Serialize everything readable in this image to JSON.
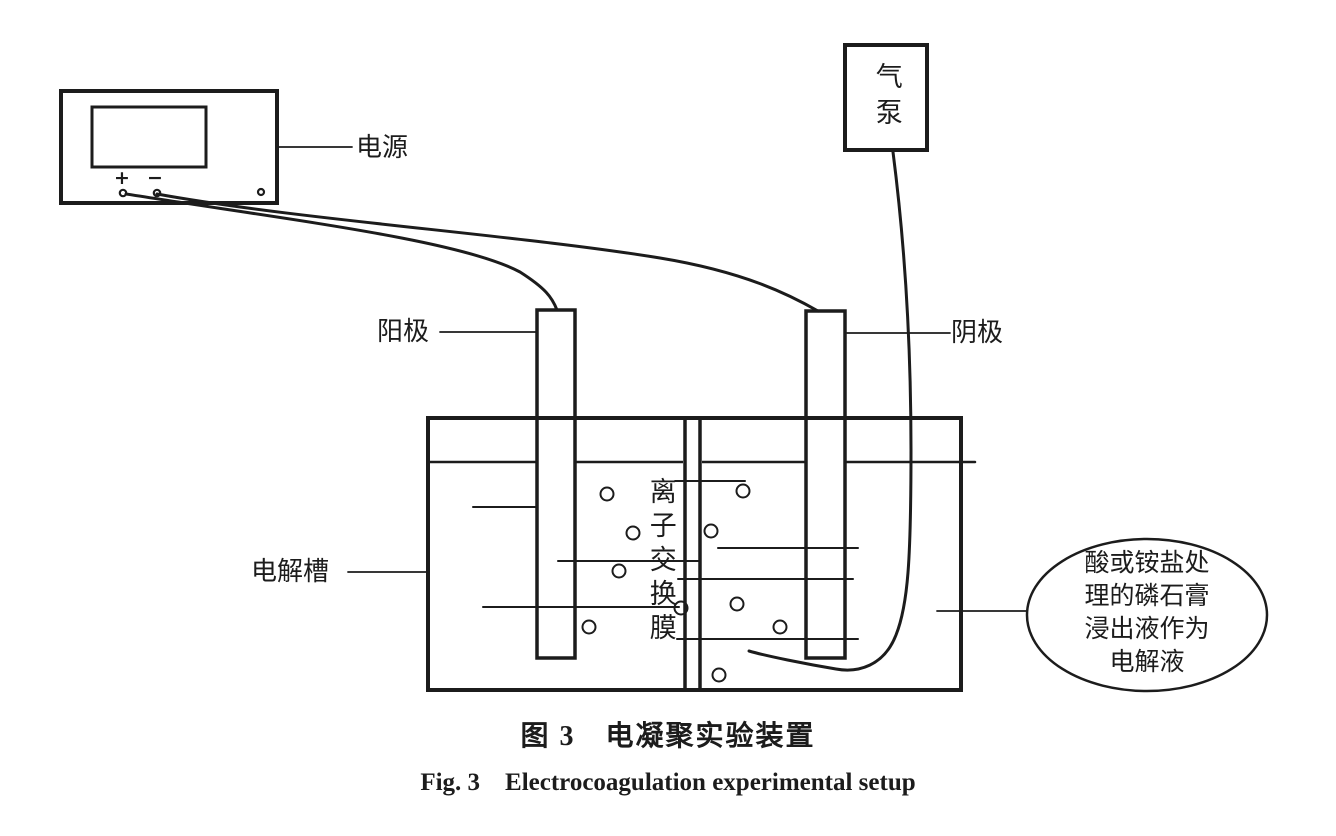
{
  "figure": {
    "caption_zh": "图 3　电凝聚实验装置",
    "caption_en": "Fig. 3　Electrocoagulation experimental setup"
  },
  "device": {
    "power_supply_label": "电源",
    "plus_terminal": "+",
    "minus_terminal": "−",
    "air_pump_label": "气泵"
  },
  "cell": {
    "anode_label": "阳极",
    "cathode_label": "阴极",
    "cell_label": "电解槽",
    "membrane_label": "离子交换膜",
    "electrolyte_note": "酸或铵盐处\n理的磷石膏\n浸出液作为\n电解液"
  },
  "colors": {
    "line": "#1c1c1c",
    "background": "#ffffff"
  }
}
